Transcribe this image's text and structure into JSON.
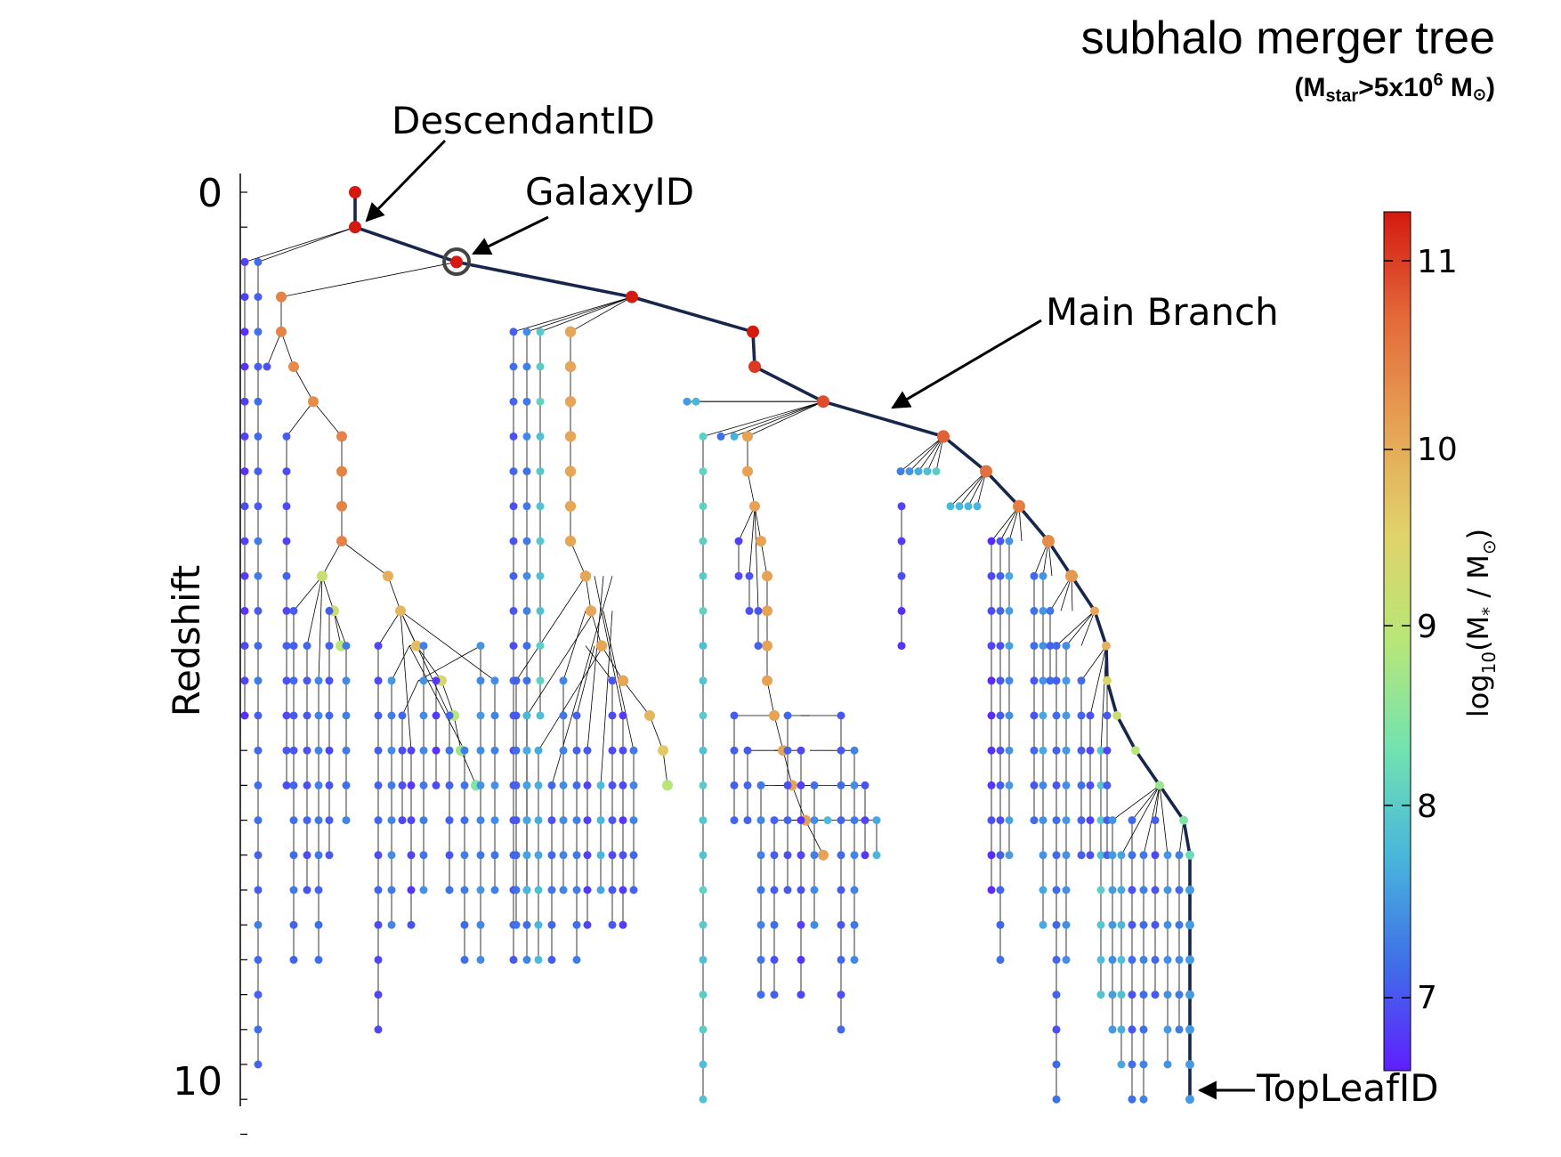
{
  "title": "subhalo merger tree",
  "subtitle": "(M",
  "subtitle_sub": "star",
  "subtitle_mid": ">5x10",
  "subtitle_sup": "6",
  "subtitle_end": " M",
  "subtitle_sun": "⊙",
  "subtitle_close": ")",
  "y_axis": {
    "label": "Redshift",
    "ticks": [
      "0",
      "10"
    ]
  },
  "annotations": {
    "descendant": "DescendantID",
    "galaxy": "GalaxyID",
    "main_branch": "Main Branch",
    "top_leaf": "TopLeafID"
  },
  "colorbar": {
    "ticks": [
      "7",
      "8",
      "9",
      "10",
      "11"
    ],
    "label_prefix": "log",
    "label_sub": "10",
    "label_main": "(M",
    "label_star": "*",
    "label_mid": " / M",
    "label_sun": "⊙",
    "label_close": ")",
    "colors": [
      "#5f1fff",
      "#3f6fe8",
      "#49b6dc",
      "#72e3b0",
      "#b8e678",
      "#e0d36a",
      "#e6a255",
      "#e36a3a",
      "#d41a10"
    ]
  },
  "colors": {
    "main_branch": "#17264a",
    "edge": "#000000",
    "axis": "#000000"
  }
}
